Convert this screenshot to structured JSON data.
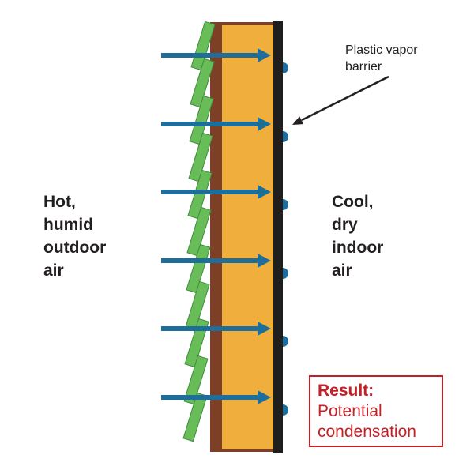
{
  "labels": {
    "outdoor_air": "Hot,\nhumid\noutdoor\nair",
    "indoor_air": "Cool,\ndry\nindoor\nair",
    "vapor_barrier": "Plastic vapor\nbarrier",
    "result_title": "Result:",
    "result_detail": "Potential\ncondensation"
  },
  "figure": {
    "airflow_arrow_count": 6,
    "condensation_droplet_count": 6,
    "siding_slat_count": 11
  },
  "colors": {
    "insulation_orange": "#F0AF3C",
    "sheathing_brown": "#7D4026",
    "vapor_barrier_black": "#211E1E",
    "siding_green": "#69BD59",
    "siding_green_edge": "#3E8C3B",
    "arrow_blue": "#1D6E9B",
    "droplet_blue": "#1D6E9B",
    "result_red": "#C52026",
    "label_black": "#231F20"
  }
}
